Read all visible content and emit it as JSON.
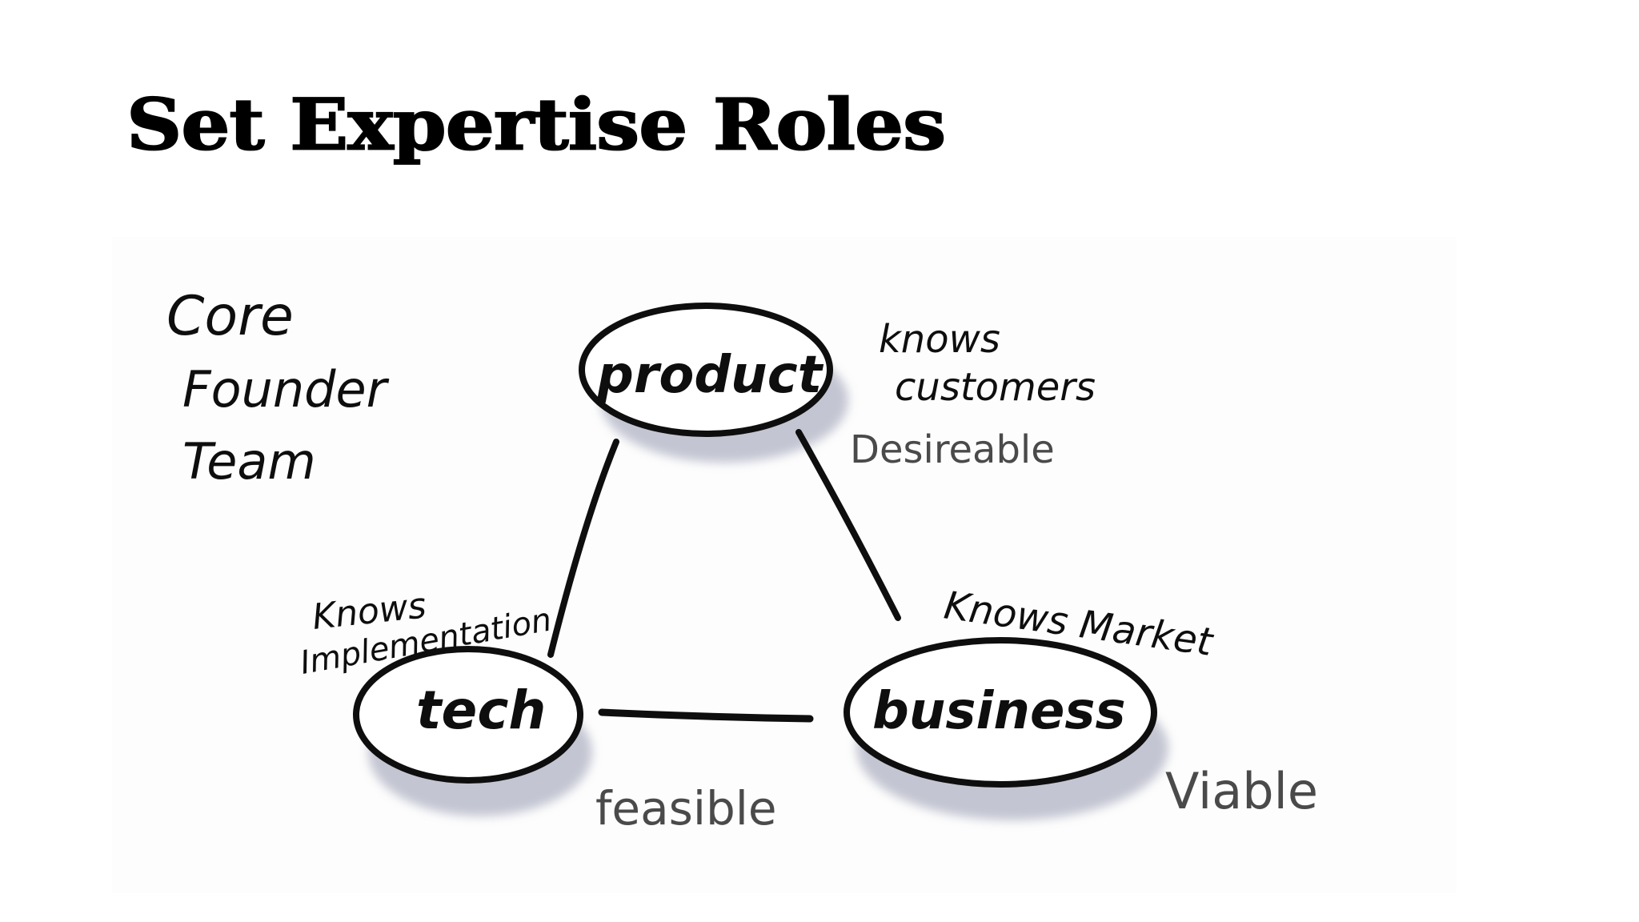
{
  "slide": {
    "title": "Set Expertise Roles"
  },
  "diagram": {
    "label_lines": [
      "Core",
      "Founder",
      "Team"
    ],
    "nodes": {
      "product": {
        "name": "product",
        "knows_line1": "knows",
        "knows_line2": "customers",
        "quality": "Desireable"
      },
      "tech": {
        "name": "tech",
        "knows_line1": "Knows",
        "knows_line2": "Implementation",
        "quality": "feasible"
      },
      "business": {
        "name": "business",
        "knows": "Knows Market",
        "quality": "Viable"
      }
    },
    "colors": {
      "ink": "#0e0e0e",
      "pencil": "#4a4a4a",
      "shadow": "#b9bccb"
    }
  }
}
